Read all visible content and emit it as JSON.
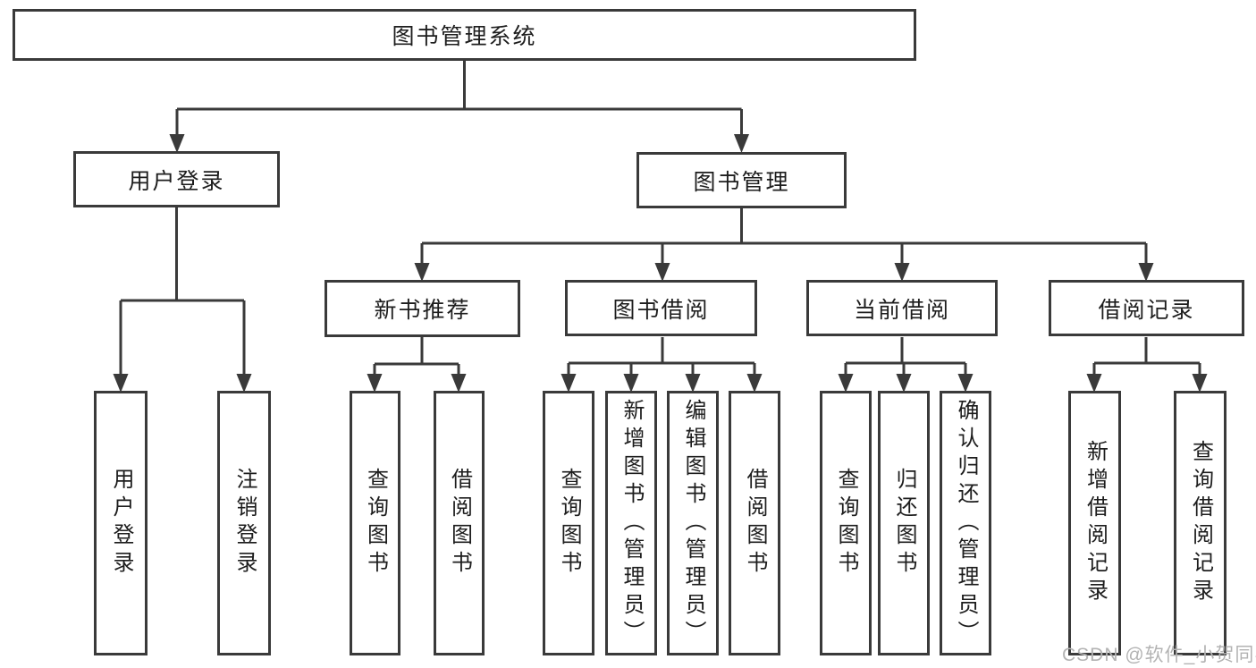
{
  "diagram": {
    "type": "hierarchy",
    "title": "图书管理系统"
  },
  "nodes": {
    "root": {
      "label": "图书管理系统",
      "children": [
        "用户登录",
        "图书管理"
      ]
    },
    "level2": [
      {
        "label": "用户登录",
        "children": [
          "用户登录",
          "注销登录"
        ]
      },
      {
        "label": "图书管理",
        "children": [
          "新书推荐",
          "图书借阅",
          "当前借阅",
          "借阅记录"
        ]
      }
    ],
    "level3": [
      {
        "label": "新书推荐",
        "children": [
          "查询图书",
          "借阅图书"
        ]
      },
      {
        "label": "图书借阅",
        "children": [
          "查询图书",
          "新增图书（管理员）",
          "编辑图书（管理员）",
          "借阅图书"
        ]
      },
      {
        "label": "当前借阅",
        "children": [
          "查询图书",
          "归还图书",
          "确认归还（管理员）"
        ]
      },
      {
        "label": "借阅记录",
        "children": [
          "新增借阅记录",
          "查询借阅记录"
        ]
      }
    ],
    "leaves": [
      {
        "label": "用户登录"
      },
      {
        "label": "注销登录"
      },
      {
        "label": "查询图书"
      },
      {
        "label": "借阅图书"
      },
      {
        "label": "查询图书"
      },
      {
        "label": "新增图书（管理员）"
      },
      {
        "label": "编辑图书（管理员）"
      },
      {
        "label": "借阅图书"
      },
      {
        "label": "查询图书"
      },
      {
        "label": "归还图书"
      },
      {
        "label": "确认归还（管理员）"
      },
      {
        "label": "新增借阅记录"
      },
      {
        "label": "查询借阅记录"
      }
    ]
  },
  "watermark": {
    "text": "CSDN @软件_小贺同学"
  },
  "colors": {
    "line": "#3a3a3a",
    "text": "#1d1d1d",
    "box_background": "#ffffff",
    "watermark": "#b3b3b3"
  }
}
